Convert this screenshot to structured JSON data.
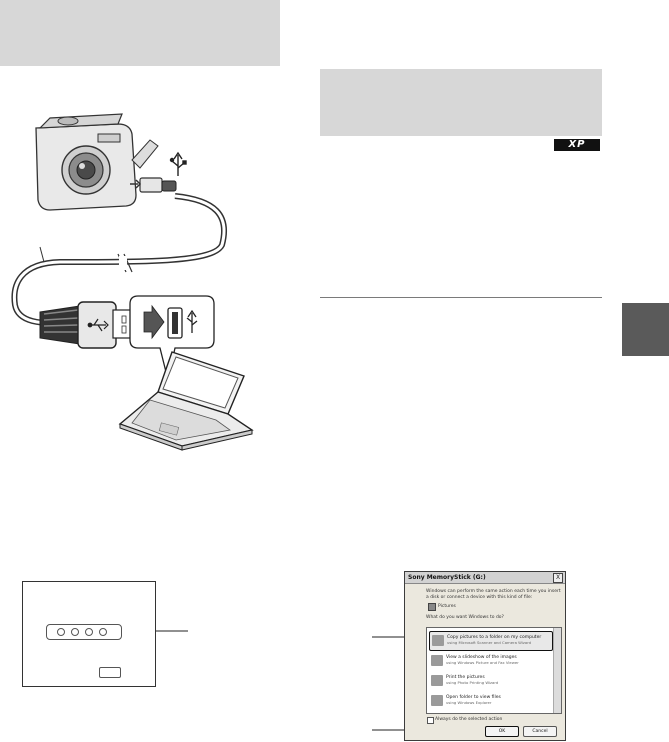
{
  "badges": {
    "os": "XP"
  },
  "dialog": {
    "title": "Sony MemoryStick (G:)",
    "close_label": "X",
    "intro_lines": [
      "Windows can perform the same action each time you insert",
      "a disk or connect a device with this kind of file:"
    ],
    "file_type": "Pictures",
    "question": "What do you want Windows to do?",
    "options": [
      {
        "title": "Copy pictures to a folder on my computer",
        "subtitle": "using Microsoft Scanner and Camera Wizard"
      },
      {
        "title": "View a slideshow of the images",
        "subtitle": "using Windows Picture and Fax Viewer"
      },
      {
        "title": "Print the pictures",
        "subtitle": "using Photo Printing Wizard"
      },
      {
        "title": "Open folder to view files",
        "subtitle": "using Windows Explorer"
      }
    ],
    "always_label": "Always do the selected action",
    "ok_label": "OK",
    "cancel_label": "Cancel"
  }
}
